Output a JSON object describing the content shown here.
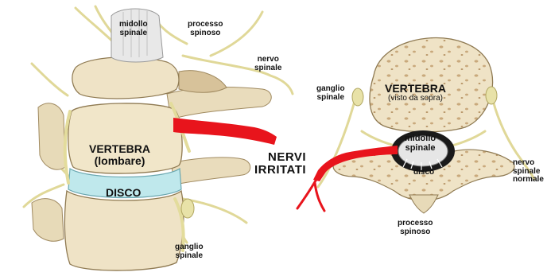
{
  "left_view": {
    "midollo_spinale": [
      "midollo",
      "spinale"
    ],
    "processo_spinoso": [
      "processo",
      "spinoso"
    ],
    "nervo_spinale": [
      "nervo",
      "spinale"
    ],
    "vertebra": [
      "VERTEBRA",
      "(lombare)"
    ],
    "disco": "DISCO",
    "ganglio_spinale": [
      "ganglio",
      "spinale"
    ]
  },
  "center": {
    "nervi_irritati": [
      "NERVI",
      "IRRITATI"
    ]
  },
  "right_view": {
    "ganglio_spinale": [
      "ganglio",
      "spinale"
    ],
    "vertebra": [
      "VERTEBRA",
      "(visto da sopra)"
    ],
    "midollo_spinale": [
      "midollo",
      "spinale"
    ],
    "disco": "disco",
    "nervo_spinale_normale": [
      "nervo",
      "spinale",
      "normale"
    ],
    "processo_spinoso": [
      "processo",
      "spinoso"
    ]
  },
  "colors": {
    "bone": "#efe3c6",
    "bone_shadow": "#c9b48a",
    "disc": "#bfe8ec",
    "nerve": "#e8e2a8",
    "irritated_nerve": "#e8141c",
    "cord": "#e6e6e6"
  }
}
